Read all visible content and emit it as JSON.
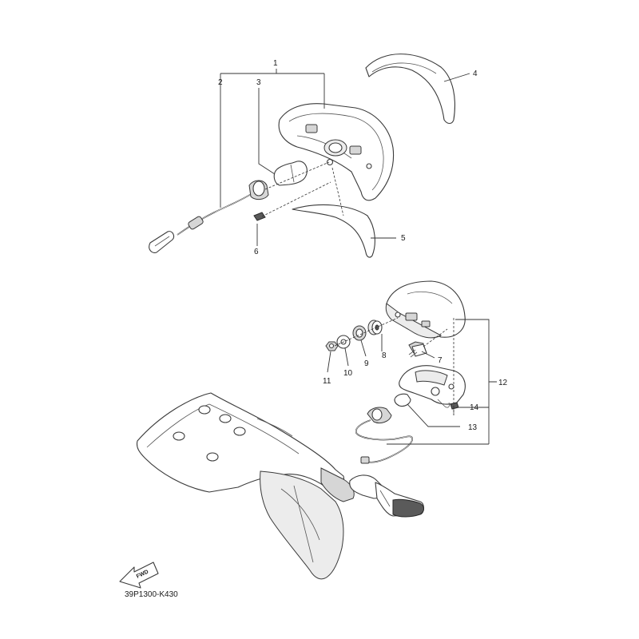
{
  "callouts": {
    "c1": "1",
    "c2": "2",
    "c3": "3",
    "c4": "4",
    "c5": "5",
    "c6": "6",
    "c7": "7",
    "c8": "8",
    "c9": "9",
    "c10": "10",
    "c11": "11",
    "c12": "12",
    "c13": "13",
    "c14": "14"
  },
  "fwd_label": "FWD",
  "diagram_code": "39P1300-K430"
}
